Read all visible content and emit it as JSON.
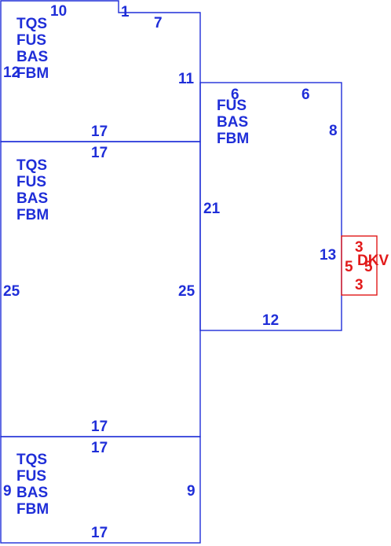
{
  "colors": {
    "main_lines": "#1f2ed8",
    "secondary_lines": "#e21a1a",
    "background": "#ffffff"
  },
  "areas": {
    "top_left": {
      "codes": [
        "TQS",
        "FUS",
        "BAS",
        "FBM"
      ],
      "dimensions": {
        "top_a": "10",
        "top_b": "1",
        "top_c": "7",
        "left": "12",
        "right": "11",
        "bottom": "17"
      }
    },
    "middle_left": {
      "codes": [
        "TQS",
        "FUS",
        "BAS",
        "FBM"
      ],
      "dimensions": {
        "top": "17",
        "left": "25",
        "right": "25",
        "bottom": "17"
      }
    },
    "bottom_left": {
      "codes": [
        "TQS",
        "FUS",
        "BAS",
        "FBM"
      ],
      "dimensions": {
        "top": "17",
        "left": "9",
        "right": "9",
        "bottom": "17"
      }
    },
    "right": {
      "codes": [
        "FUS",
        "BAS",
        "FBM"
      ],
      "dimensions": {
        "top_a": "6",
        "top_b": "6",
        "right": "8",
        "left": "21",
        "inner": "13",
        "bottom": "12"
      }
    },
    "small_right": {
      "code": "DKV",
      "dimensions": {
        "top": "3",
        "left": "5",
        "right": "5",
        "bottom": "3"
      }
    }
  }
}
